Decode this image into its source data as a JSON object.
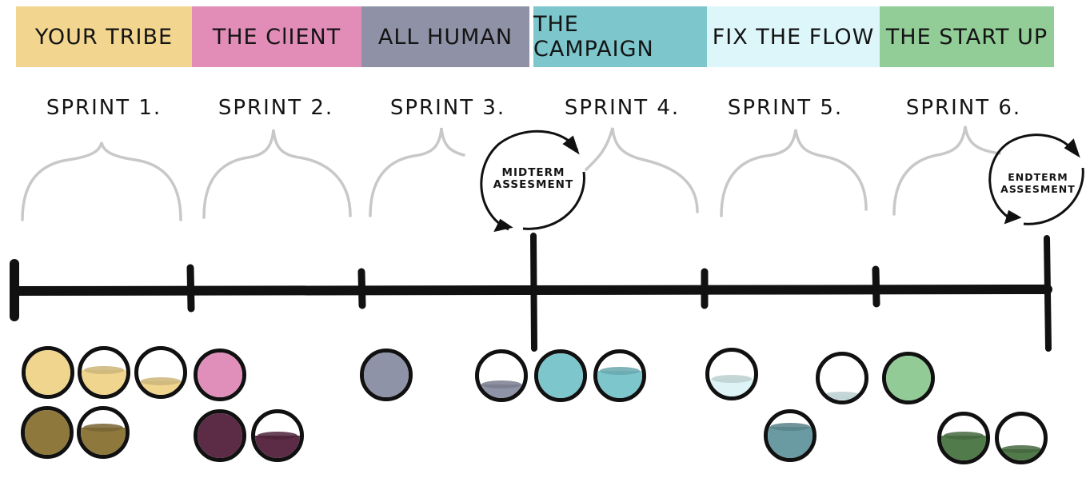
{
  "headers": [
    {
      "label": "YOUR TRIBE",
      "color": "#f2d58f"
    },
    {
      "label": "THE ClIENT",
      "color": "#e28cb8"
    },
    {
      "label": "ALL HUMAN",
      "color": "#8f92a6"
    },
    {
      "label": "THE CAMPAIGN",
      "color": "#7cc6cc"
    },
    {
      "label": "FIX THE FLOW",
      "color": "#ddf6f9"
    },
    {
      "label": "THE START UP",
      "color": "#92cd98"
    }
  ],
  "sprints": [
    "SPRINT 1.",
    "SPRINT 2.",
    "SPRINT 3.",
    "SPRINT 4.",
    "SPRINT 5.",
    "SPRINT 6."
  ],
  "midterm": {
    "line1": "MIDTERM",
    "line2": "ASSESMENT"
  },
  "endterm": {
    "line1": "ENDTERM",
    "line2": "ASSESMENT"
  },
  "balls": [
    {
      "group": "sprint-1",
      "row": "top",
      "color": "#f0d58e",
      "level": 1.0
    },
    {
      "group": "sprint-1",
      "row": "top",
      "color": "#f0d58e",
      "level": 0.55
    },
    {
      "group": "sprint-1",
      "row": "top",
      "color": "#f0d58e",
      "level": 0.3
    },
    {
      "group": "sprint-1",
      "row": "bottom",
      "color": "#8e783c",
      "level": 1.0
    },
    {
      "group": "sprint-1",
      "row": "bottom",
      "color": "#8e783c",
      "level": 0.6
    },
    {
      "group": "sprint-2",
      "row": "top",
      "color": "#e08fbb",
      "level": 1.0
    },
    {
      "group": "sprint-2",
      "row": "bottom",
      "color": "#5c2b45",
      "level": 1.0
    },
    {
      "group": "sprint-2",
      "row": "bottom",
      "color": "#5c2b45",
      "level": 0.5
    },
    {
      "group": "sprint-3",
      "row": "top",
      "color": "#8f93a7",
      "level": 1.0
    },
    {
      "group": "sprint-4",
      "row": "top",
      "color": "#8f93a7",
      "level": 0.3
    },
    {
      "group": "sprint-4",
      "row": "top",
      "color": "#7cc6cc",
      "level": 1.0
    },
    {
      "group": "sprint-4",
      "row": "top",
      "color": "#7cc6cc",
      "level": 0.6
    },
    {
      "group": "sprint-5",
      "row": "top",
      "color": "#ddf3f6",
      "level": 0.4
    },
    {
      "group": "sprint-5",
      "row": "top",
      "color": "#ddf3f6",
      "level": 0.1
    },
    {
      "group": "sprint-5",
      "row": "bottom",
      "color": "#6a9aa2",
      "level": 0.7
    },
    {
      "group": "sprint-6",
      "row": "top",
      "color": "#93cb97",
      "level": 1.0
    },
    {
      "group": "sprint-6",
      "row": "bottom",
      "color": "#527b4b",
      "level": 0.55
    },
    {
      "group": "sprint-6",
      "row": "bottom",
      "color": "#527b4b",
      "level": 0.25
    }
  ]
}
